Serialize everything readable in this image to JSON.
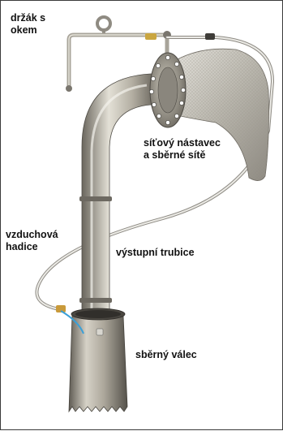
{
  "labels": {
    "holder": "držák s\nokem",
    "net_attachment": "síťový nástavec\na sběrné sítě",
    "air_hose": "vzduchová\nhadice",
    "outlet_tube": "výstupní trubice",
    "collection_cylinder": "sběrný válec"
  },
  "colors": {
    "metal_light": "#d9d6cc",
    "metal_mid": "#9f9a8e",
    "metal_dark": "#5b574f",
    "hose": "#d8d8d4",
    "ring": "#ffffff"
  }
}
